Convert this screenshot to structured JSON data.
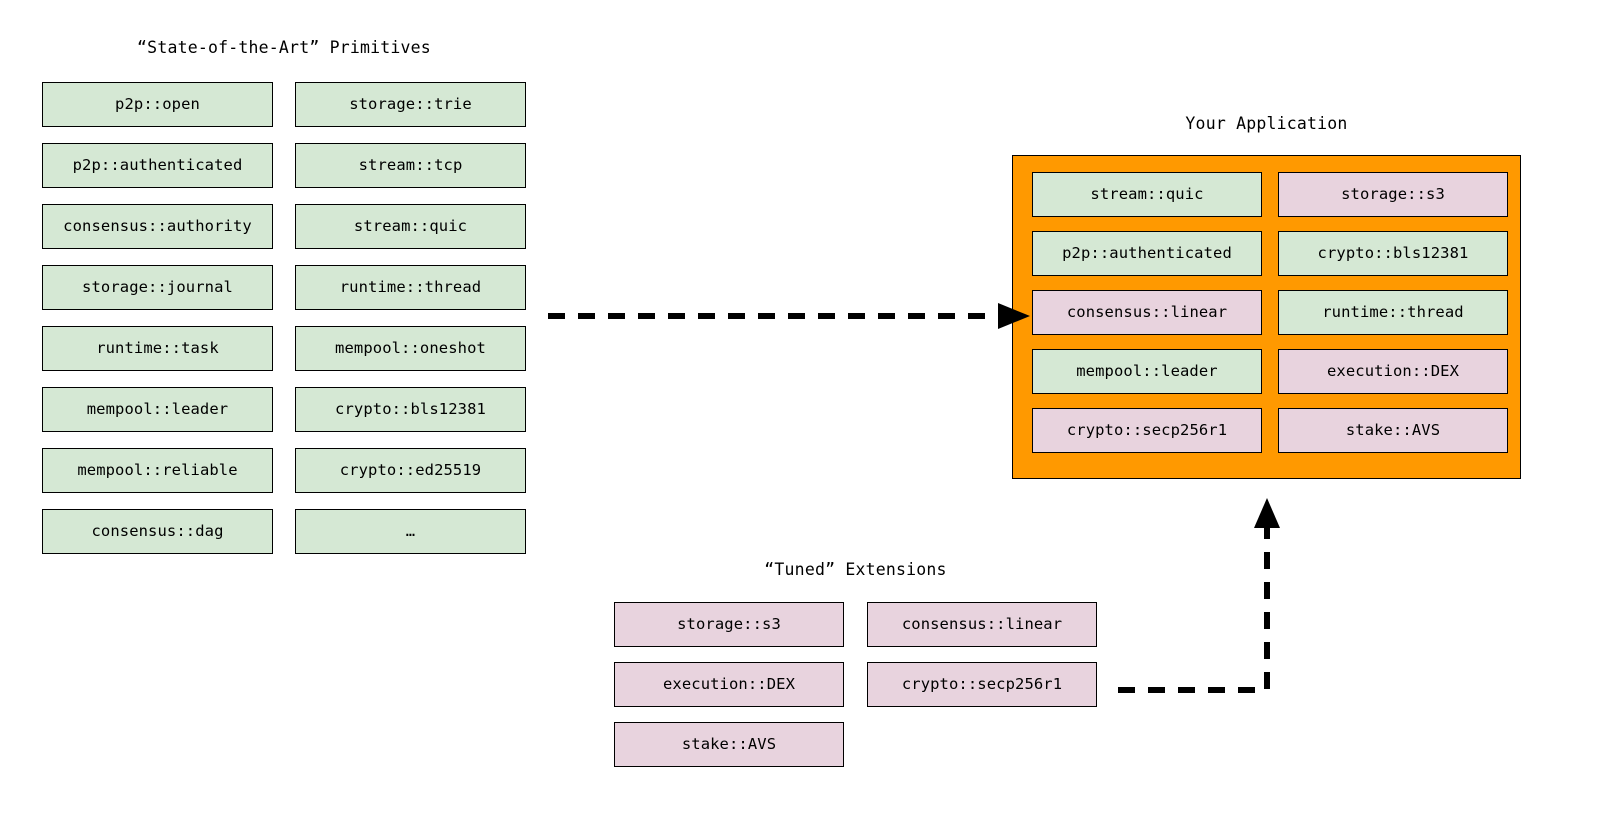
{
  "diagram": {
    "background": "#ffffff",
    "colors": {
      "primitive_fill": "#d5e8d4",
      "extension_fill": "#e8d3de",
      "application_fill": "#ff9900",
      "stroke": "#000000"
    }
  },
  "primitives": {
    "title": "“State-of-the-Art” Primitives",
    "column_left": [
      {
        "label": "p2p::open",
        "kind": "primitive"
      },
      {
        "label": "p2p::authenticated",
        "kind": "primitive"
      },
      {
        "label": "consensus::authority",
        "kind": "primitive"
      },
      {
        "label": "storage::journal",
        "kind": "primitive"
      },
      {
        "label": "runtime::task",
        "kind": "primitive"
      },
      {
        "label": "mempool::leader",
        "kind": "primitive"
      },
      {
        "label": "mempool::reliable",
        "kind": "primitive"
      },
      {
        "label": "consensus::dag",
        "kind": "primitive"
      }
    ],
    "column_right": [
      {
        "label": "storage::trie",
        "kind": "primitive"
      },
      {
        "label": "stream::tcp",
        "kind": "primitive"
      },
      {
        "label": "stream::quic",
        "kind": "primitive"
      },
      {
        "label": "runtime::thread",
        "kind": "primitive"
      },
      {
        "label": "mempool::oneshot",
        "kind": "primitive"
      },
      {
        "label": "crypto::bls12381",
        "kind": "primitive"
      },
      {
        "label": "crypto::ed25519",
        "kind": "primitive"
      },
      {
        "label": "…",
        "kind": "primitive"
      }
    ]
  },
  "application": {
    "title": "Your Application",
    "items": [
      {
        "label": "stream::quic",
        "kind": "primitive"
      },
      {
        "label": "storage::s3",
        "kind": "extension"
      },
      {
        "label": "p2p::authenticated",
        "kind": "primitive"
      },
      {
        "label": "crypto::bls12381",
        "kind": "primitive"
      },
      {
        "label": "consensus::linear",
        "kind": "extension"
      },
      {
        "label": "runtime::thread",
        "kind": "primitive"
      },
      {
        "label": "mempool::leader",
        "kind": "primitive"
      },
      {
        "label": "execution::DEX",
        "kind": "extension"
      },
      {
        "label": "crypto::secp256r1",
        "kind": "extension"
      },
      {
        "label": "stake::AVS",
        "kind": "extension"
      }
    ]
  },
  "extensions": {
    "title": "“Tuned” Extensions",
    "column_left": [
      {
        "label": "storage::s3",
        "kind": "extension"
      },
      {
        "label": "execution::DEX",
        "kind": "extension"
      },
      {
        "label": "stake::AVS",
        "kind": "extension"
      }
    ],
    "column_right": [
      {
        "label": "consensus::linear",
        "kind": "extension"
      },
      {
        "label": "crypto::secp256r1",
        "kind": "extension"
      }
    ]
  },
  "arrows": [
    {
      "name": "primitives-to-application",
      "style": "dashed",
      "direction": "right"
    },
    {
      "name": "extensions-to-application",
      "style": "dashed",
      "direction": "up"
    }
  ]
}
